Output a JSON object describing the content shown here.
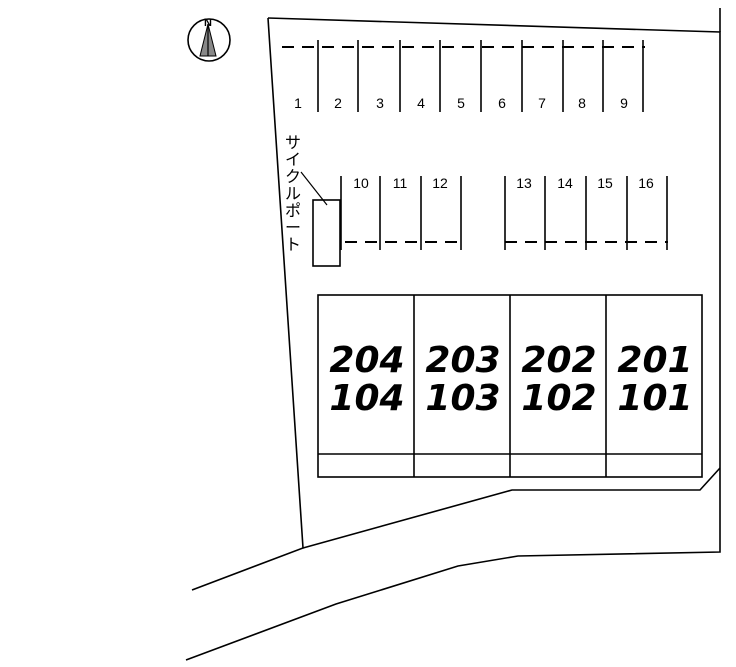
{
  "compass": {
    "label": "N"
  },
  "parking_row_top": [
    "1",
    "2",
    "3",
    "4",
    "5",
    "6",
    "7",
    "8",
    "9"
  ],
  "parking_row_mid_left": [
    "10",
    "11",
    "12"
  ],
  "parking_row_mid_right": [
    "13",
    "14",
    "15",
    "16"
  ],
  "cycle_port": {
    "label": "サイクルポート"
  },
  "units": [
    {
      "upper": "204",
      "lower": "104"
    },
    {
      "upper": "203",
      "lower": "103"
    },
    {
      "upper": "202",
      "lower": "102"
    },
    {
      "upper": "201",
      "lower": "101"
    }
  ]
}
